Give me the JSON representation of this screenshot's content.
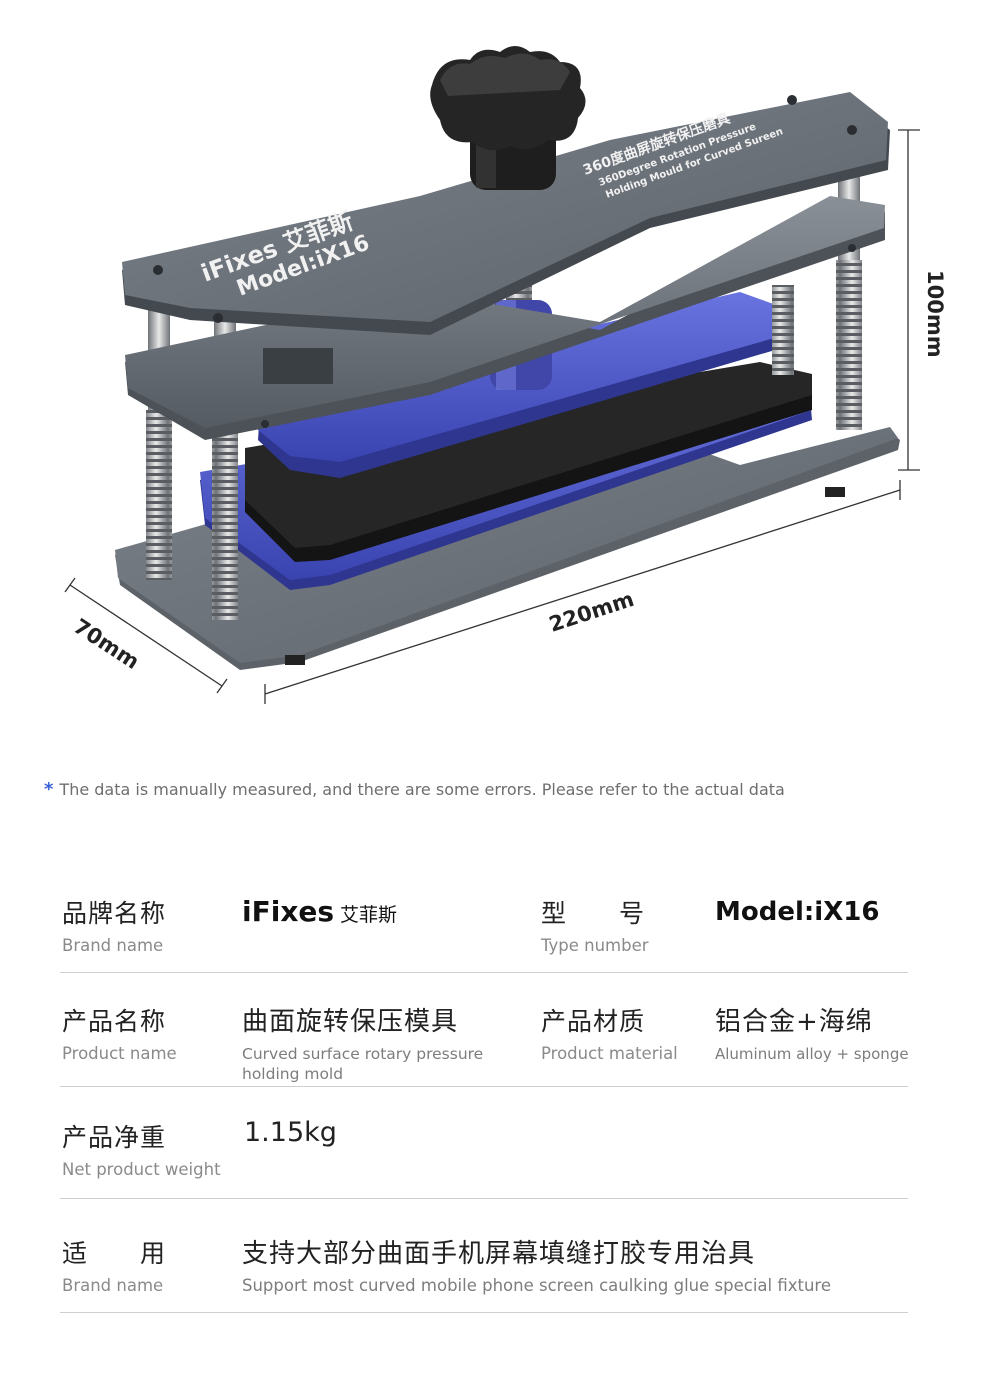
{
  "product_image": {
    "plate_brand": "iFixes 艾菲斯",
    "plate_model": "Model:iX16",
    "plate_title_zh": "360度曲屏旋转保压磨具",
    "plate_title_en_1": "360Degree Rotation Pressure",
    "plate_title_en_2": "Holding Mould for Curved Sureen",
    "dim_height": "100mm",
    "dim_length": "220mm",
    "dim_width": "70mm"
  },
  "note": {
    "star": "*",
    "text": "The data is manually measured, and there are some errors. Please refer to the actual data"
  },
  "specs": {
    "brand": {
      "zh": "品牌名称",
      "en": "Brand name",
      "value_main": "iFixes",
      "value_zh": "艾菲斯"
    },
    "type": {
      "zh": "型　　号",
      "en": "Type number",
      "value": "Model:iX16"
    },
    "product_name": {
      "zh": "产品名称",
      "en": "Product name",
      "value_zh": "曲面旋转保压模具",
      "value_en": "Curved surface rotary pressure holding mold"
    },
    "material": {
      "zh": "产品材质",
      "en": "Product material",
      "value_zh": "铝合金+海绵",
      "value_en": "Aluminum alloy + sponge"
    },
    "weight": {
      "zh": "产品净重",
      "en": "Net product weight",
      "value": "1.15kg"
    },
    "usage": {
      "zh": "适　　用",
      "en": "Brand name",
      "value_zh": "支持大部分曲面手机屏幕填缝打胶专用治具",
      "value_en": "Support most curved mobile phone screen caulking glue special fixture"
    }
  },
  "colors": {
    "accent_blue": "#3a62d8",
    "aluminum_gray": "#6f757c",
    "pad_blue": "#4a56c8",
    "sponge_black": "#1b1b1b"
  }
}
